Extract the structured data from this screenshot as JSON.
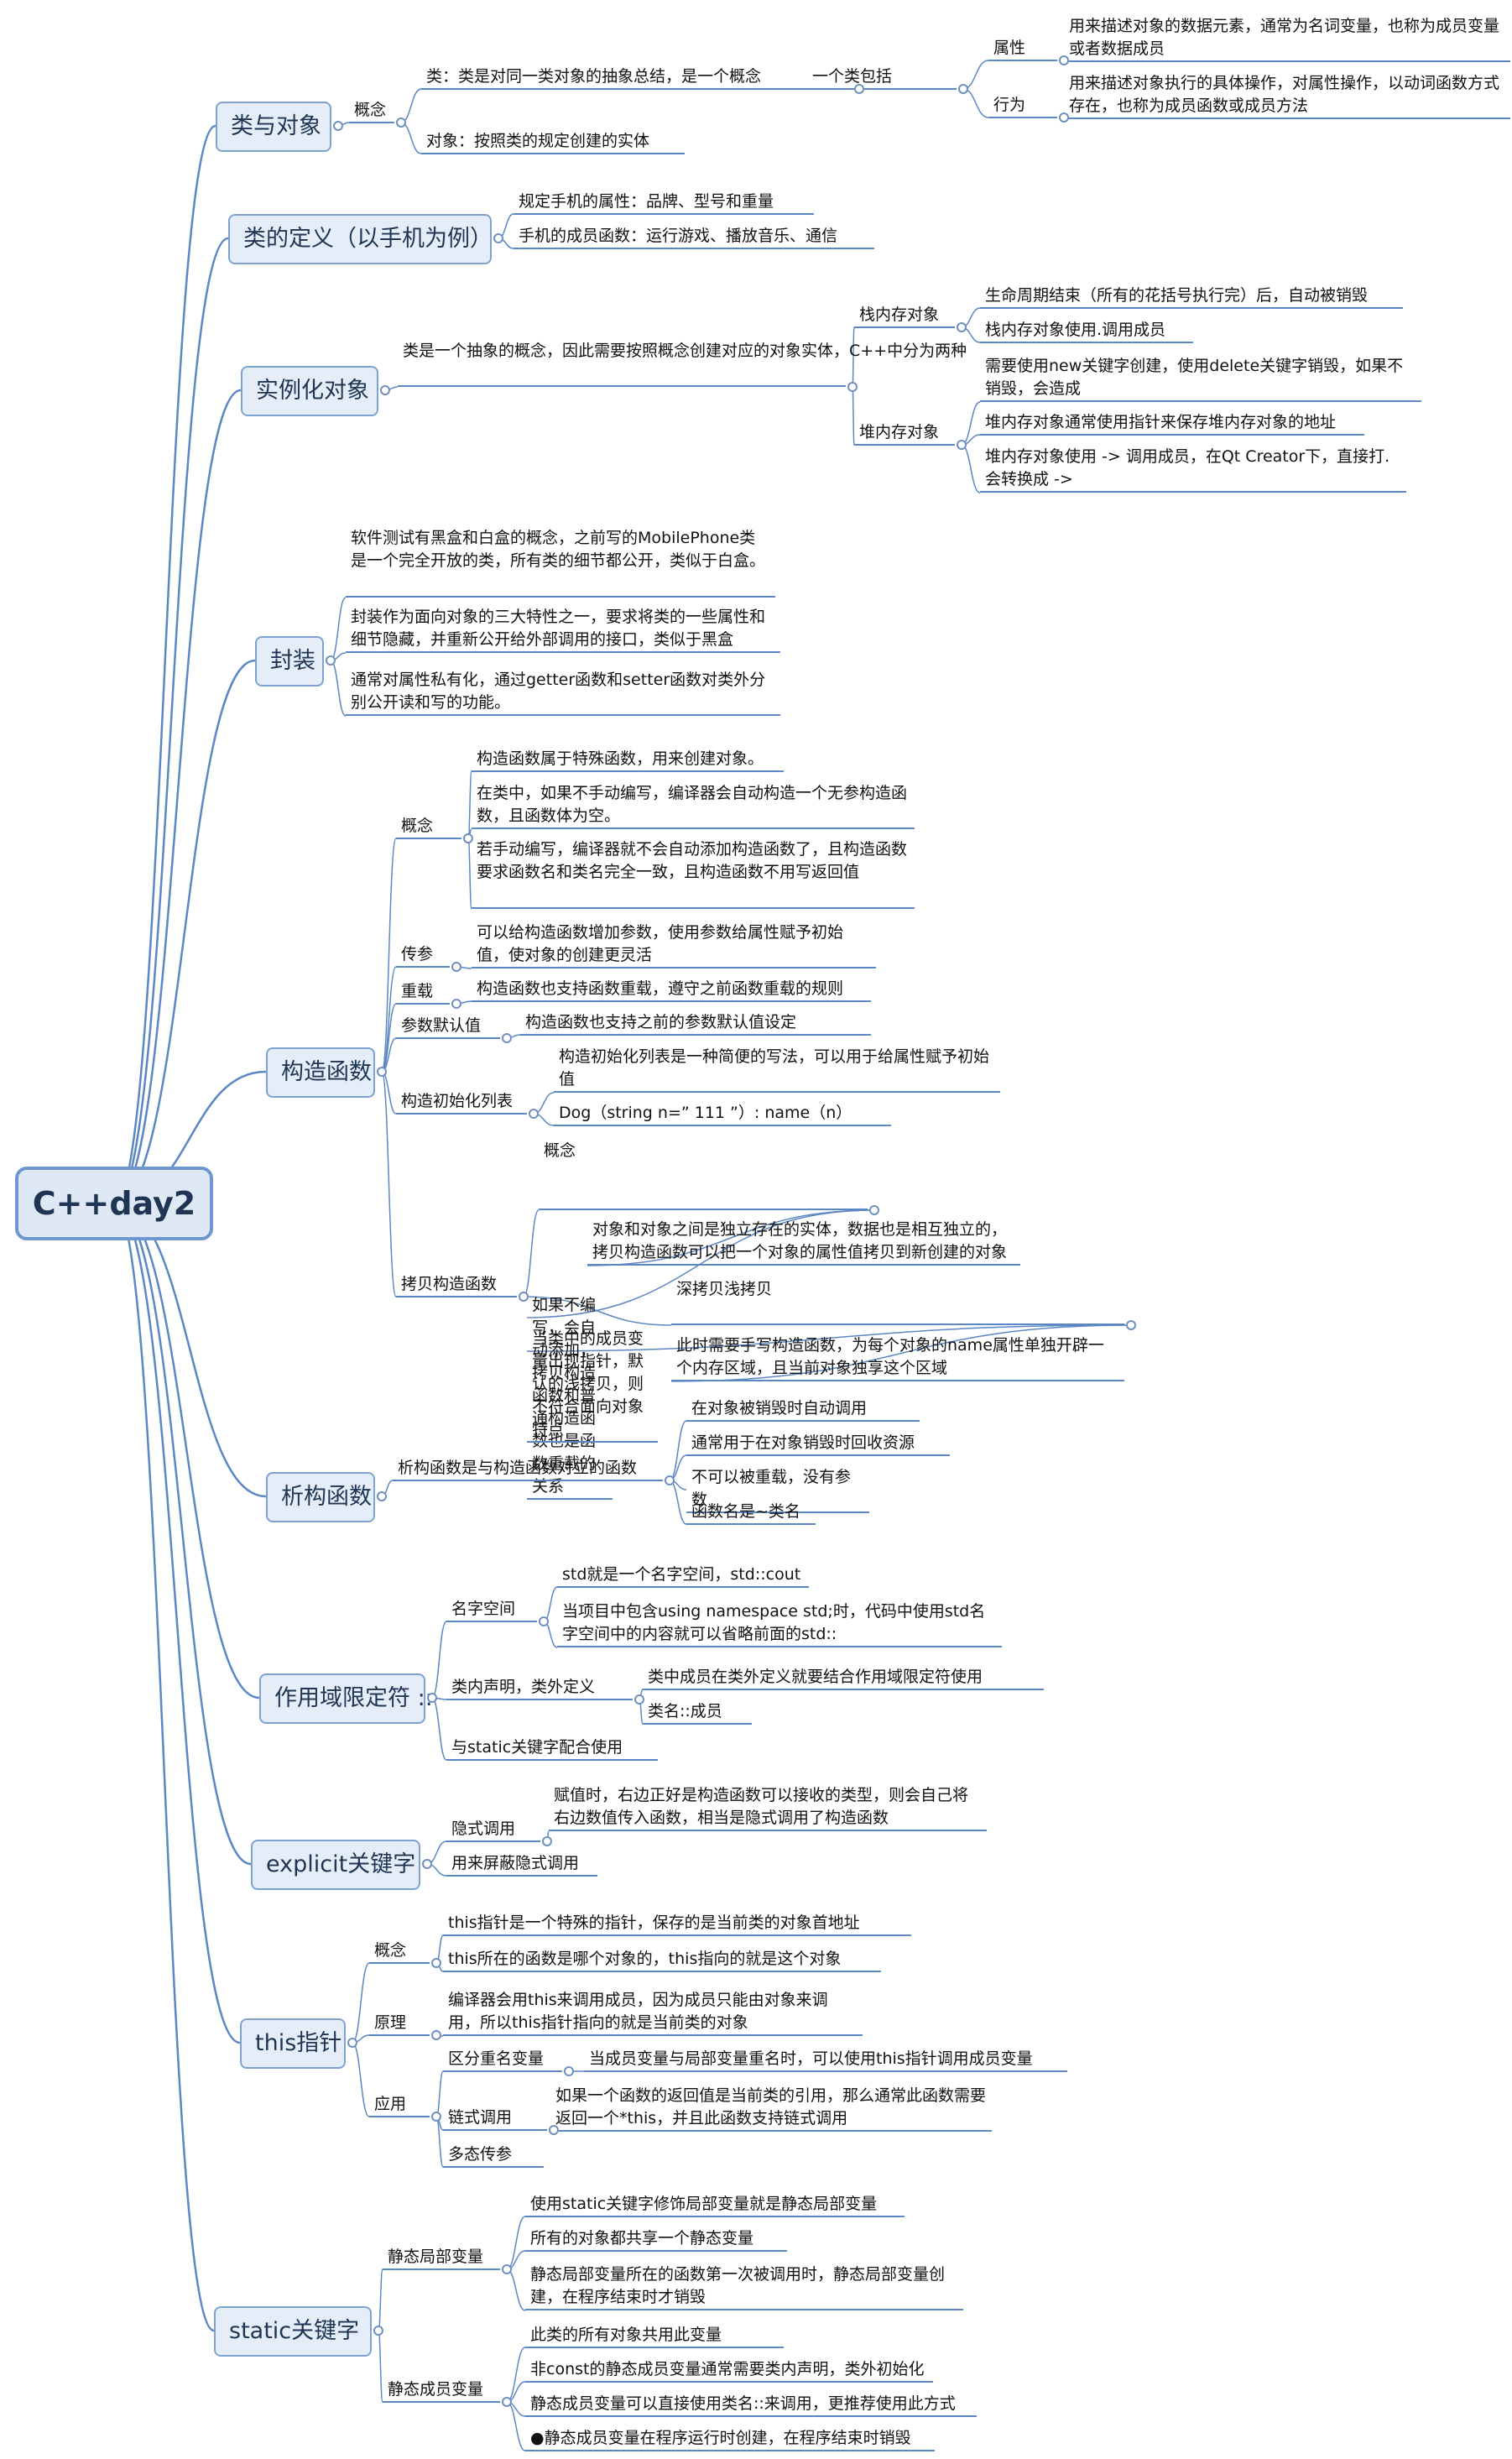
{
  "root": "C++day2",
  "branches": [
    {
      "name": "branch-class-object",
      "label": "类与对象",
      "children": [
        {
          "label": "概念",
          "children": [
            {
              "label": "类：类是对同一类对象的抽象总结，是一个概念",
              "children": [
                {
                  "label": "一个类包括",
                  "children": [
                    {
                      "label": "属性",
                      "children": [
                        {
                          "label": "用来描述对象的数据元素，通常为名词变量，也称为成员变量或者数据成员"
                        }
                      ]
                    },
                    {
                      "label": "行为",
                      "children": [
                        {
                          "label": "用来描述对象执行的具体操作，对属性操作，以动词函数方式存在，也称为成员函数或成员方法"
                        }
                      ]
                    }
                  ]
                }
              ]
            },
            {
              "label": "对象：按照类的规定创建的实体"
            }
          ]
        }
      ]
    },
    {
      "name": "branch-class-definition",
      "label": "类的定义（以手机为例）",
      "children": [
        {
          "label": "规定手机的属性：品牌、型号和重量"
        },
        {
          "label": "手机的成员函数：运行游戏、播放音乐、通信"
        }
      ]
    },
    {
      "name": "branch-instantiation",
      "label": "实例化对象",
      "children": [
        {
          "label": "类是一个抽象的概念，因此需要按照概念创建对应的对象实体，C++中分为两种",
          "children": [
            {
              "label": "栈内存对象",
              "children": [
                {
                  "label": "生命周期结束（所有的花括号执行完）后，自动被销毁"
                },
                {
                  "label": "栈内存对象使用.调用成员"
                }
              ]
            },
            {
              "label": "堆内存对象",
              "children": [
                {
                  "label": "需要使用new关键字创建，使用delete关键字销毁，如果不销毁，会造成"
                },
                {
                  "label": "堆内存对象通常使用指针来保存堆内存对象的地址"
                },
                {
                  "label": "堆内存对象使用 -> 调用成员，在Qt Creator下，直接打.会转换成 ->"
                }
              ]
            }
          ]
        }
      ]
    },
    {
      "name": "branch-encapsulation",
      "label": "封装",
      "children": [
        {
          "label": "软件测试有黑盒和白盒的概念，之前写的MobilePhone类是一个完全开放的类，所有类的细节都公开，类似于白盒。"
        },
        {
          "label": "封装作为面向对象的三大特性之一，要求将类的一些属性和细节隐藏，并重新公开给外部调用的接口，类似于黑盒"
        },
        {
          "label": "通常对属性私有化，通过getter函数和setter函数对类外分别公开读和写的功能。"
        }
      ]
    },
    {
      "name": "branch-constructor",
      "label": "构造函数",
      "children": [
        {
          "label": "概念",
          "children": [
            {
              "label": "构造函数属于特殊函数，用来创建对象。"
            },
            {
              "label": "在类中，如果不手动编写，编译器会自动构造一个无参构造函数，且函数体为空。"
            },
            {
              "label": "若手动编写，编译器就不会自动添加构造函数了，且构造函数要求函数名和类名完全一致，且构造函数不用写返回值"
            }
          ]
        },
        {
          "label": "传参",
          "children": [
            {
              "label": "可以给构造函数增加参数，使用参数给属性赋予初始值，使对象的创建更灵活"
            }
          ]
        },
        {
          "label": "重载",
          "children": [
            {
              "label": "构造函数也支持函数重载，遵守之前函数重载的规则"
            }
          ]
        },
        {
          "label": "参数默认值",
          "children": [
            {
              "label": "构造函数也支持之前的参数默认值设定"
            }
          ]
        },
        {
          "label": "构造初始化列表",
          "children": [
            {
              "label": "构造初始化列表是一种简便的写法，可以用于给属性赋予初始值"
            },
            {
              "label": "Dog（string n=” 111 ”）: name（n）"
            }
          ]
        },
        {
          "label": "拷贝构造函数",
          "children": [
            {
              "label": "概念",
              "children": [
                {
                  "label": "对象和对象之间是独立存在的实体，数据也是相互独立的，拷贝构造函数可以把一个对象的属性值拷贝到新创建的对象"
                },
                {
                  "label": "如果不编写，会自动添加，拷贝构造函数和普通构造函数也是函数重载的关系"
                }
              ]
            },
            {
              "label": "深拷贝浅拷贝",
              "children": [
                {
                  "label": "当类中的成员变量出现指针，默认的浅拷贝，则不符合面向对象特点"
                },
                {
                  "label": "此时需要手写构造函数，为每个对象的name属性单独开辟一个内存区域，且当前对象独享这个区域"
                }
              ]
            }
          ]
        }
      ]
    },
    {
      "name": "branch-destructor",
      "label": "析构函数",
      "children": [
        {
          "label": "析构函数是与构造函数对立的函数",
          "children": [
            {
              "label": "在对象被销毁时自动调用"
            },
            {
              "label": "通常用于在对象销毁时回收资源"
            },
            {
              "label": "不可以被重载，没有参数"
            },
            {
              "label": "函数名是~类名"
            }
          ]
        }
      ]
    },
    {
      "name": "branch-scope-operator",
      "label": "作用域限定符 ::",
      "children": [
        {
          "label": "名字空间",
          "children": [
            {
              "label": "std就是一个名字空间，std::cout"
            },
            {
              "label": "当项目中包含using namespace std;时，代码中使用std名字空间中的内容就可以省略前面的std::"
            }
          ]
        },
        {
          "label": "类内声明，类外定义",
          "children": [
            {
              "label": "类中成员在类外定义就要结合作用域限定符使用"
            },
            {
              "label": "类名::成员"
            }
          ]
        },
        {
          "label": "与static关键字配合使用"
        }
      ]
    },
    {
      "name": "branch-explicit",
      "label": "explicit关键字",
      "children": [
        {
          "label": "隐式调用",
          "children": [
            {
              "label": "赋值时，右边正好是构造函数可以接收的类型，则会自己将右边数值传入函数，相当是隐式调用了构造函数"
            }
          ]
        },
        {
          "label": "用来屏蔽隐式调用"
        }
      ]
    },
    {
      "name": "branch-this-pointer",
      "label": "this指针",
      "children": [
        {
          "label": "概念",
          "children": [
            {
              "label": "this指针是一个特殊的指针，保存的是当前类的对象首地址"
            },
            {
              "label": "this所在的函数是哪个对象的，this指向的就是这个对象"
            }
          ]
        },
        {
          "label": "原理",
          "children": [
            {
              "label": "编译器会用this来调用成员，因为成员只能由对象来调用，所以this指针指向的就是当前类的对象"
            }
          ]
        },
        {
          "label": "应用",
          "children": [
            {
              "label": "区分重名变量",
              "children": [
                {
                  "label": "当成员变量与局部变量重名时，可以使用this指针调用成员变量"
                }
              ]
            },
            {
              "label": "链式调用",
              "children": [
                {
                  "label": "如果一个函数的返回值是当前类的引用，那么通常此函数需要返回一个*this，并且此函数支持链式调用"
                }
              ]
            },
            {
              "label": "多态传参"
            }
          ]
        }
      ]
    },
    {
      "name": "branch-static",
      "label": "static关键字",
      "children": [
        {
          "label": "静态局部变量",
          "children": [
            {
              "label": "使用static关键字修饰局部变量就是静态局部变量"
            },
            {
              "label": "所有的对象都共享一个静态变量"
            },
            {
              "label": "静态局部变量所在的函数第一次被调用时，静态局部变量创建，在程序结束时才销毁"
            }
          ]
        },
        {
          "label": "静态成员变量",
          "children": [
            {
              "label": "此类的所有对象共用此变量"
            },
            {
              "label": "非const的静态成员变量通常需要类内声明，类外初始化"
            },
            {
              "label": "静态成员变量可以直接使用类名::来调用，更推荐使用此方式"
            },
            {
              "label": "●静态成员变量在程序运行时创建，在程序结束时销毁"
            }
          ]
        }
      ]
    }
  ]
}
